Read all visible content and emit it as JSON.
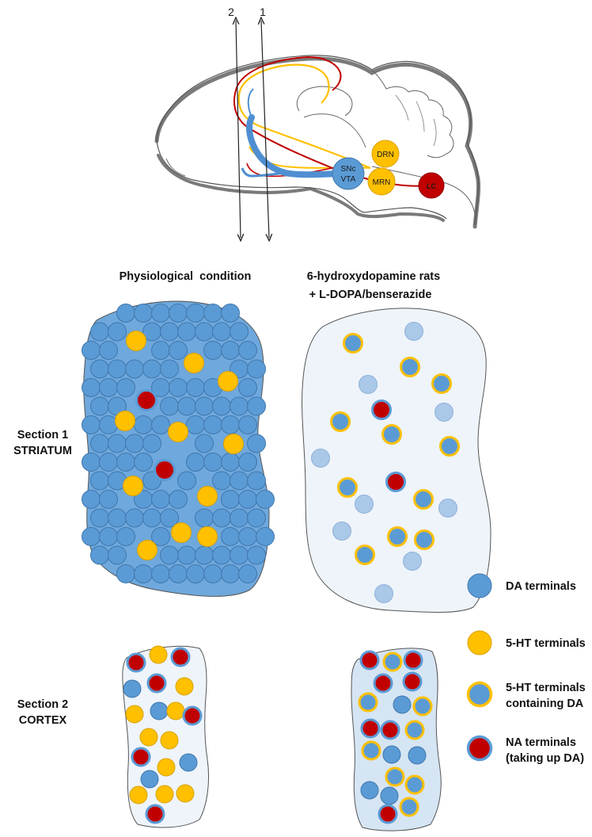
{
  "section_markers": [
    "2",
    "1"
  ],
  "nuclei": {
    "snc": "SNc",
    "vta": "VTA",
    "drn": "DRN",
    "mrn": "MRN",
    "lc": "LC"
  },
  "column_titles": {
    "physiological": "Physiological  condition",
    "lesioned_line1": "6-hydroxydopamine rats",
    "lesioned_line2": "+ L-DOPA/benserazide"
  },
  "row_labels": {
    "section1_line1": "Section 1",
    "section1_line2": "STRIATUM",
    "section2_line1": "Section 2",
    "section2_line2": "CORTEX"
  },
  "legend": [
    {
      "type": "da",
      "lines": [
        "DA terminals"
      ]
    },
    {
      "type": "ht",
      "lines": [
        "5-HT terminals"
      ]
    },
    {
      "type": "htda",
      "lines": [
        "5-HT terminals",
        "containing DA"
      ]
    },
    {
      "type": "na",
      "lines": [
        "NA terminals",
        "(taking up DA)"
      ]
    }
  ],
  "colors": {
    "da_fill": "#5b9bd5",
    "da_stroke": "#3f77ad",
    "ht_fill": "#ffc000",
    "na_fill": "#c00000",
    "pale_fill": "#aac8e8",
    "dopamine_pathway": "#4f8fd1",
    "serotonin_pathway": "#ffc000",
    "noradrenaline_pathway": "#c00000",
    "region_dark": "#6fa8dc",
    "region_light": "#eef4fa",
    "region_mid": "#d6e5f3"
  }
}
